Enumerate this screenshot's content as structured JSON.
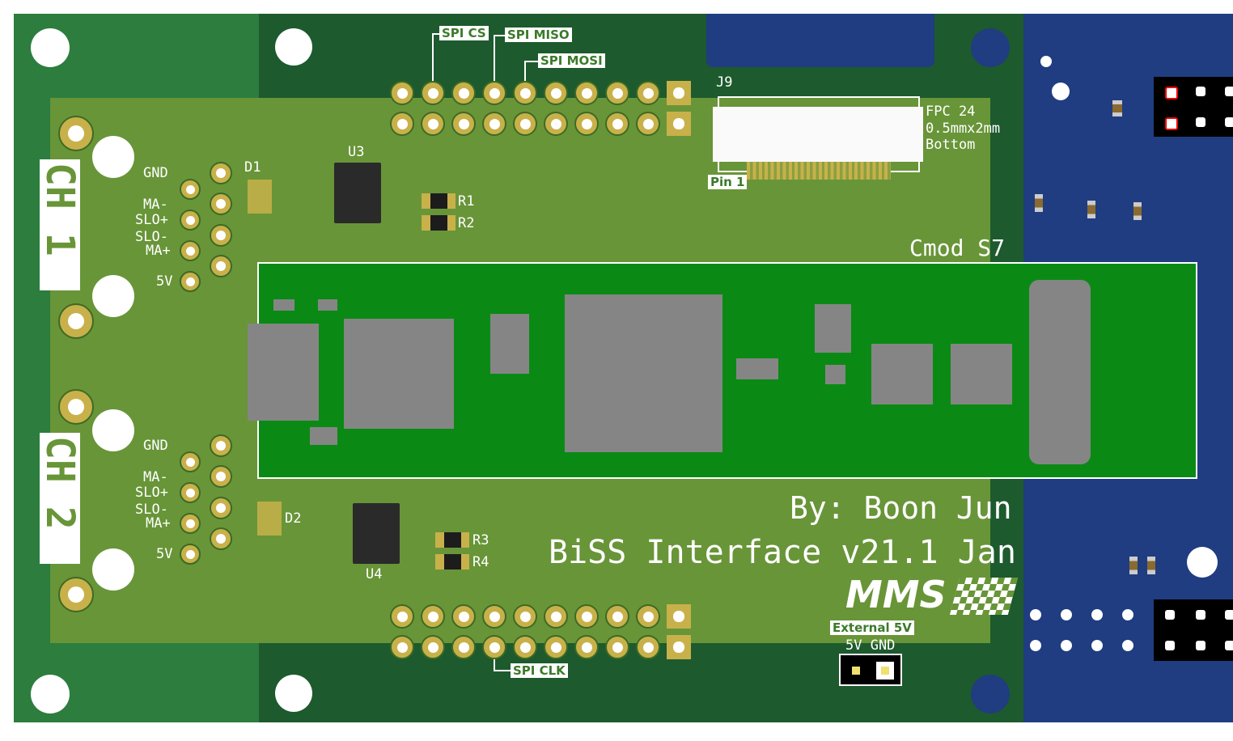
{
  "board": {
    "colors": {
      "outer": "#1d5a2e",
      "left": "#2c7d3e",
      "inner": "#689538",
      "module": "#0a8a14",
      "blue": "#1f3d80",
      "gold": "#c8b14a"
    },
    "ch1": "CH 1",
    "ch2": "CH 2",
    "pin_labels_1": [
      "GND",
      "MA-",
      "SLO+",
      "SLO-",
      "MA+",
      "5V"
    ],
    "pin_labels_2": [
      "GND",
      "MA-",
      "SLO+",
      "SLO-",
      "MA+",
      "5V"
    ],
    "refs": {
      "d1": "D1",
      "d2": "D2",
      "u3": "U3",
      "u4": "U4",
      "r1": "R1",
      "r2": "R2",
      "r3": "R3",
      "r4": "R4",
      "j9": "J9"
    },
    "spi": {
      "cs": "SPI CS",
      "miso": "SPI MISO",
      "mosi": "SPI MOSI",
      "clk": "SPI CLK"
    },
    "fpc": {
      "line1": "FPC 24",
      "line2": "0.5mmx2mm",
      "line3": "Bottom",
      "pin1": "Pin 1"
    },
    "module_label": "Cmod S7",
    "author": "By: Boon Jun",
    "title": "BiSS Interface v21.1 Jan",
    "logo": "MMS",
    "ext5v": "External 5V",
    "ext_pins": "5V GND"
  }
}
